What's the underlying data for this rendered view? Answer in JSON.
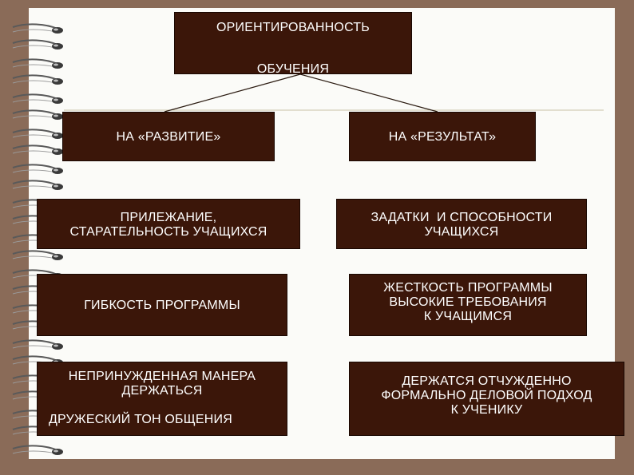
{
  "diagram": {
    "root": {
      "line1": "ОРИЕНТИРОВАННОСТЬ",
      "line2": "ОБУЧЕНИЯ"
    },
    "development": {
      "header": "НА «РАЗВИТИЕ»",
      "items": [
        {
          "lines": [
            "ПРИЛЕЖАНИЕ,",
            "СТАРАТЕЛЬНОСТЬ УЧАЩИХСЯ"
          ]
        },
        {
          "lines": [
            "ГИБКОСТЬ ПРОГРАММЫ"
          ]
        },
        {
          "lines": [
            "НЕПРИНУЖДЕННАЯ МАНЕРА",
            "ДЕРЖАТЬСЯ"
          ],
          "extra": "ДРУЖЕСКИЙ ТОН ОБЩЕНИЯ"
        }
      ]
    },
    "result": {
      "header": "НА «РЕЗУЛЬТАТ»",
      "items": [
        {
          "lines": [
            "ЗАДАТКИ  И СПОСОБНОСТИ",
            "УЧАЩИХСЯ"
          ]
        },
        {
          "lines": [
            "ЖЕСТКОСТЬ ПРОГРАММЫ",
            "ВЫСОКИЕ ТРЕБОВАНИЯ",
            "К УЧАЩИМСЯ"
          ]
        },
        {
          "lines": [
            "ДЕРЖАТСЯ ОТЧУЖДЕННО",
            "ФОРМАЛЬНО ДЕЛОВОЙ ПОДХОД",
            "К УЧЕНИКУ"
          ]
        }
      ]
    }
  },
  "colors": {
    "background": "#8a6b58",
    "paper": "#fbfbf8",
    "box": "#3b1609",
    "text": "#ffffff"
  },
  "decoration": "notebook-spiral-rings"
}
